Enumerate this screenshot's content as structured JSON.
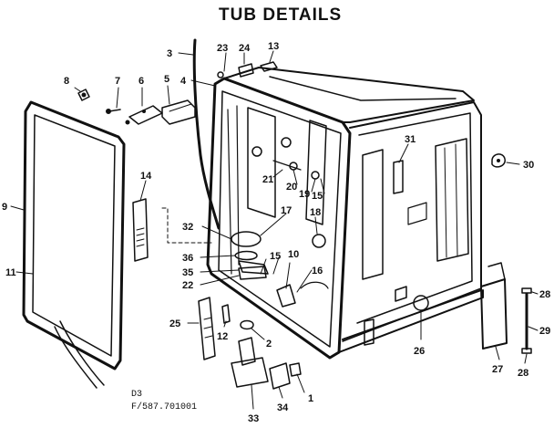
{
  "title": "TUB DETAILS",
  "footer": {
    "line1": "D3",
    "line2": "F/587.701001"
  },
  "labels": {
    "l1": "1",
    "l2": "2",
    "l3": "3",
    "l4": "4",
    "l5": "5",
    "l6": "6",
    "l7": "7",
    "l8": "8",
    "l9": "9",
    "l10": "10",
    "l11": "11",
    "l12": "12",
    "l13": "13",
    "l14": "14",
    "l15a": "15",
    "l15b": "15",
    "l16": "16",
    "l17": "17",
    "l18": "18",
    "l19": "19",
    "l20": "20",
    "l21": "21",
    "l22": "22",
    "l23": "23",
    "l24": "24",
    "l25": "25",
    "l26": "26",
    "l27": "27",
    "l28a": "28",
    "l28b": "28",
    "l29": "29",
    "l30": "30",
    "l31": "31",
    "l32": "32",
    "l33": "33",
    "l34": "34",
    "l35": "35",
    "l36": "36"
  }
}
